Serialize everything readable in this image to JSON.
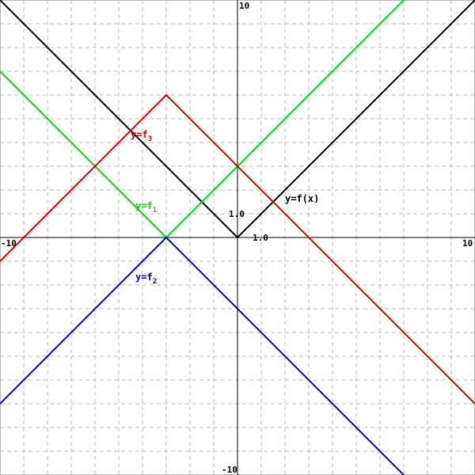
{
  "chart_data": {
    "type": "line",
    "title": "",
    "xlabel": "",
    "ylabel": "",
    "xlim": [
      -10,
      10
    ],
    "ylim": [
      -10,
      10
    ],
    "grid": true,
    "grid_step": 1,
    "tick_labels": {
      "x_min": "-10",
      "x_max": "10",
      "y_min": "-10",
      "y_max": "10",
      "x_unit": "1.0",
      "y_unit": "1.0"
    },
    "series": [
      {
        "name": "y=f(x)",
        "label_main": "y=f(x)",
        "label_sub": "",
        "color": "#000000",
        "x": [
          -10,
          0,
          10
        ],
        "y": [
          10,
          0,
          10
        ],
        "label_at": [
          2,
          1.5
        ]
      },
      {
        "name": "y=f1",
        "label_main": "y=f",
        "label_sub": "1",
        "color": "#00dd00",
        "x": [
          -10,
          -3,
          7
        ],
        "y": [
          7,
          0,
          10
        ],
        "label_at": [
          -4.3,
          1.2
        ]
      },
      {
        "name": "y=f2",
        "label_main": "y=f",
        "label_sub": "2",
        "color": "#0000cc",
        "x": [
          -10,
          -3,
          7
        ],
        "y": [
          -7,
          0,
          -10
        ],
        "label_at": [
          -4.3,
          -1.8
        ]
      },
      {
        "name": "y=f3",
        "label_main": "y=f",
        "label_sub": "3",
        "color": "#dd0000",
        "x": [
          -10,
          -3,
          10
        ],
        "y": [
          -1,
          6,
          -7
        ],
        "label_at": [
          -4.5,
          4.2
        ]
      }
    ]
  }
}
